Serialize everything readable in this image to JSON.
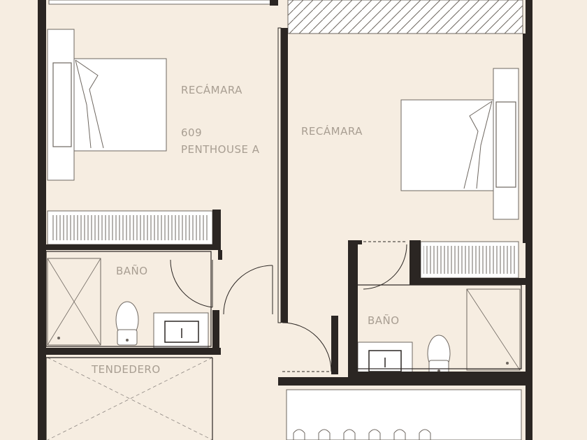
{
  "plan": {
    "background": "#f6ede1",
    "wall_color": "#2b2623",
    "line_color": "#6e6760",
    "fixture_color": "#ffffff",
    "label_color": "#a89e92",
    "rooms": {
      "bedroom_left": "RECÁMARA",
      "unit_number": "609",
      "unit_name": "PENTHOUSE A",
      "bedroom_right": "RECÁMARA",
      "bath_left": "BAÑO",
      "bath_right": "BAÑO",
      "laundry": "TENDEDERO"
    }
  }
}
